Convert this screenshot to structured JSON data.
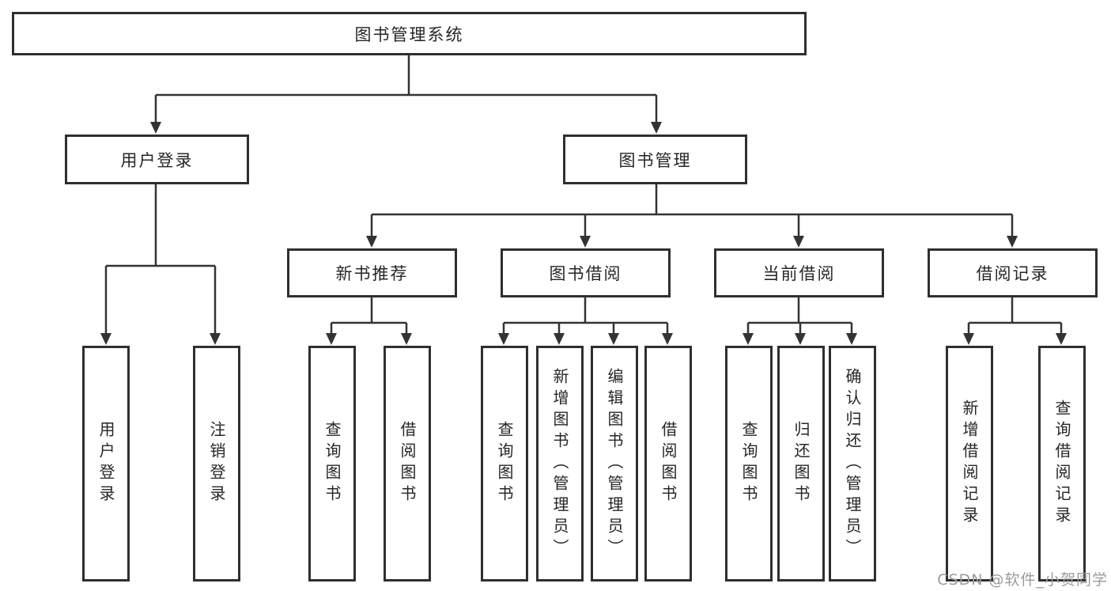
{
  "diagram": {
    "root": {
      "label": "图书管理系统"
    },
    "level2": [
      {
        "label": "用户登录"
      },
      {
        "label": "图书管理"
      }
    ],
    "level3": [
      {
        "label": "新书推荐"
      },
      {
        "label": "图书借阅"
      },
      {
        "label": "当前借阅"
      },
      {
        "label": "借阅记录"
      }
    ],
    "leaves": {
      "user": [
        "用户登录",
        "注销登录"
      ],
      "recommend": [
        "查询图书",
        "借阅图书"
      ],
      "borrow": [
        "查询图书",
        "新增图书（管理员）",
        "编辑图书（管理员）",
        "借阅图书"
      ],
      "current": [
        "查询图书",
        "归还图书",
        "确认归还（管理员）"
      ],
      "records": [
        "新增借阅记录",
        "查询借阅记录"
      ]
    }
  },
  "watermark": "CSDN @软件_小贺同学",
  "colors": {
    "line": "#333333",
    "box_border": "#2f2f2f",
    "text": "#262626",
    "watermark": "#9b9b9b",
    "background": "#ffffff"
  }
}
